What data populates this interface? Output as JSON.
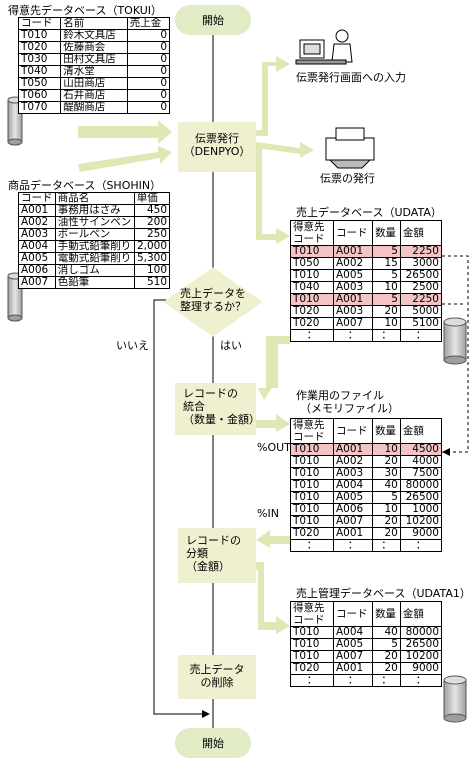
{
  "tokui": {
    "title": "得意先データベース（TOKUI）",
    "headers": [
      "コード",
      "名前",
      "売上金"
    ],
    "rows": [
      [
        "T010",
        "鈴木文具店",
        "0"
      ],
      [
        "T020",
        "佐藤商会",
        "0"
      ],
      [
        "T030",
        "田村文具店",
        "0"
      ],
      [
        "T040",
        "清水堂",
        "0"
      ],
      [
        "T050",
        "山田商店",
        "0"
      ],
      [
        "T060",
        "石井商店",
        "0"
      ],
      [
        "T070",
        "醍醐商店",
        "0"
      ]
    ]
  },
  "shohin": {
    "title": "商品データベース（SHOHIN）",
    "headers": [
      "コード",
      "商品名",
      "単価"
    ],
    "rows": [
      [
        "A001",
        "事務用はさみ",
        "450"
      ],
      [
        "A002",
        "油性サインペン",
        "200"
      ],
      [
        "A003",
        "ボールペン",
        "250"
      ],
      [
        "A004",
        "手動式鉛筆削り",
        "2,000"
      ],
      [
        "A005",
        "電動式鉛筆削り",
        "5,300"
      ],
      [
        "A006",
        "消しゴム",
        "100"
      ],
      [
        "A007",
        "色鉛筆",
        "510"
      ]
    ]
  },
  "flow": {
    "start": "開始",
    "end": "開始",
    "denpyo": [
      "伝票発行",
      "（DENPYO）"
    ],
    "decision": [
      "売上データを",
      "整理するか？"
    ],
    "no_label": "いいえ",
    "yes_label": "はい",
    "merge": [
      "レコードの",
      "統合",
      "（数量・金額）"
    ],
    "sort": [
      "レコードの",
      "分類",
      "（金額）"
    ],
    "delete": [
      "売上データ",
      "の削除"
    ],
    "out_label": "%OUT",
    "in_label": "%IN"
  },
  "outputs": {
    "input_screen": "伝票発行画面への入力",
    "print_slip": "伝票の発行"
  },
  "udata": {
    "title": "売上データベース（UDATA）",
    "headers": [
      "得意先コード",
      "コード",
      "数量",
      "金額"
    ],
    "rows": [
      [
        "T010",
        "A001",
        "5",
        "2250"
      ],
      [
        "T050",
        "A002",
        "15",
        "3000"
      ],
      [
        "T010",
        "A005",
        "5",
        "26500"
      ],
      [
        "T040",
        "A003",
        "10",
        "2500"
      ],
      [
        "T010",
        "A001",
        "5",
        "2250"
      ],
      [
        "T020",
        "A003",
        "20",
        "5000"
      ],
      [
        "T020",
        "A007",
        "10",
        "5100"
      ]
    ],
    "highlight": [
      0,
      4
    ]
  },
  "work": {
    "title": "作業用のファイル",
    "subtitle": "（メモリファイル）",
    "headers": [
      "得意先コード",
      "コード",
      "数量",
      "金額"
    ],
    "rows": [
      [
        "T010",
        "A001",
        "10",
        "4500"
      ],
      [
        "T010",
        "A002",
        "20",
        "4000"
      ],
      [
        "T010",
        "A003",
        "30",
        "7500"
      ],
      [
        "T010",
        "A004",
        "40",
        "80000"
      ],
      [
        "T010",
        "A005",
        "5",
        "26500"
      ],
      [
        "T010",
        "A006",
        "10",
        "1000"
      ],
      [
        "T010",
        "A007",
        "20",
        "10200"
      ],
      [
        "T020",
        "A001",
        "20",
        "9000"
      ]
    ],
    "highlight": [
      0
    ]
  },
  "udata1": {
    "title": "売上管理データベース（UDATA1）",
    "headers": [
      "得意先コード",
      "コード",
      "数量",
      "金額"
    ],
    "rows": [
      [
        "T010",
        "A004",
        "40",
        "80000"
      ],
      [
        "T010",
        "A005",
        "5",
        "26500"
      ],
      [
        "T010",
        "A007",
        "20",
        "10200"
      ],
      [
        "T020",
        "A001",
        "20",
        "9000"
      ]
    ]
  },
  "dot": "：",
  "colors": {
    "arrow": "#dfe7b4",
    "box": "#eef0cf",
    "highlight": "#f4c3c3",
    "cylinder": "#c8c8c8"
  }
}
